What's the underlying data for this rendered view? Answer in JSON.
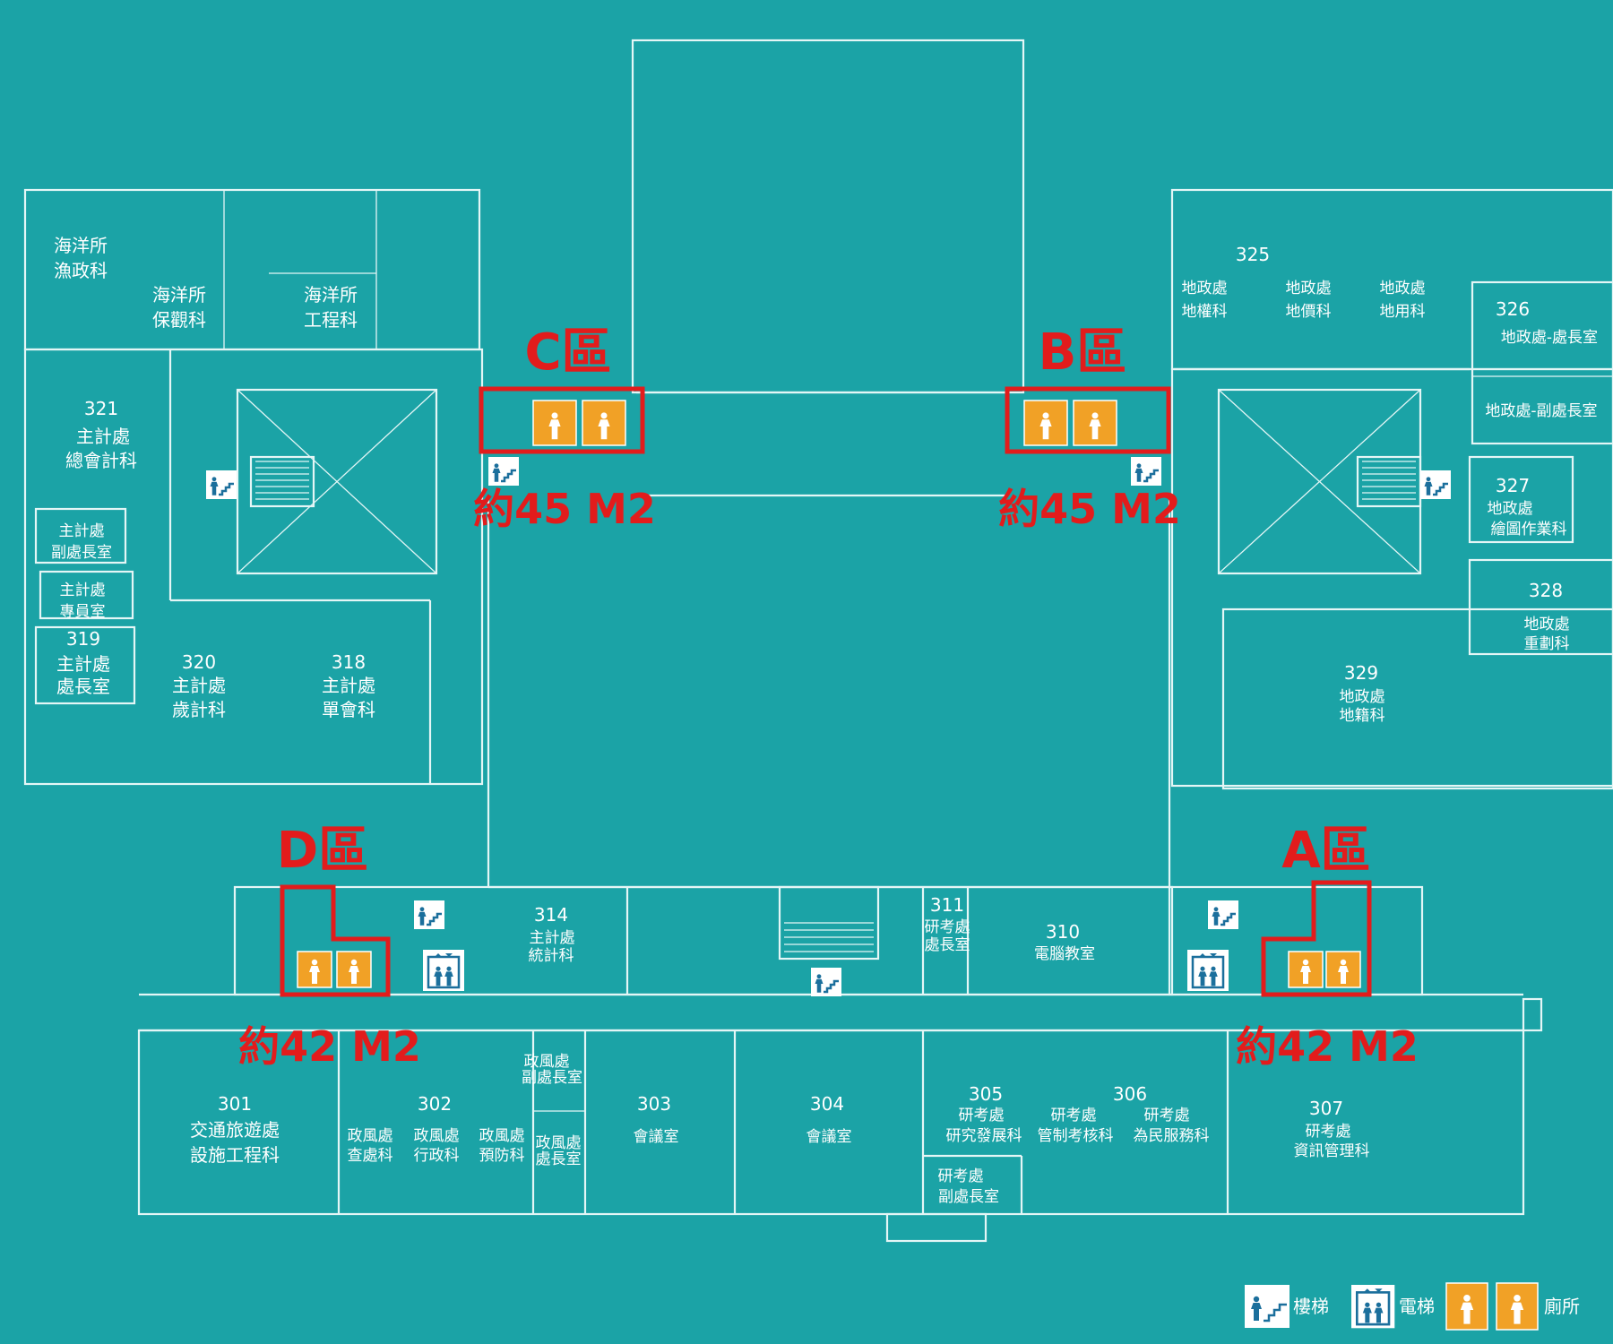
{
  "rooms": {
    "ocean_fishery": [
      "海洋所",
      "漁政科"
    ],
    "ocean_conservation": [
      "海洋所",
      "保觀科"
    ],
    "ocean_engineering": [
      "海洋所",
      "工程科"
    ],
    "r321": [
      "321",
      "主計處",
      "總會計科"
    ],
    "deputy_budget": [
      "主計處",
      "副處長室"
    ],
    "budget_specialist": [
      "主計處",
      "專員室"
    ],
    "r319": [
      "319",
      "主計處",
      "處長室"
    ],
    "r320": [
      "320",
      "主計處",
      "歲計科"
    ],
    "r318": [
      "318",
      "主計處",
      "單會科"
    ],
    "r325": "325",
    "r325_rights": [
      "地政處",
      "地權科"
    ],
    "r325_price": [
      "地政處",
      "地價科"
    ],
    "r325_use": [
      "地政處",
      "地用科"
    ],
    "r326": [
      "326",
      "地政處-處長室"
    ],
    "land_deputy": "地政處-副處長室",
    "r327": [
      "327",
      "地政處",
      "繪圖作業科"
    ],
    "r328": [
      "328",
      "地政處",
      "重劃科"
    ],
    "r329": [
      "329",
      "地政處",
      "地籍科"
    ],
    "r314": [
      "314",
      "主計處",
      "統計科"
    ],
    "r311": [
      "311",
      "研考處",
      "處長室"
    ],
    "r310": [
      "310",
      "電腦教室"
    ],
    "r301": [
      "301",
      "交通旅遊處",
      "設施工程科"
    ],
    "r302": "302",
    "r302_inspect": [
      "政風處",
      "查處科"
    ],
    "r302_admin": [
      "政風處",
      "行政科"
    ],
    "r302_prevent": [
      "政風處",
      "預防科"
    ],
    "ethics_deputy": [
      "政風處",
      "副處長室"
    ],
    "ethics_director": [
      "政風處",
      "處長室"
    ],
    "r303": [
      "303",
      "會議室"
    ],
    "r304": [
      "304",
      "會議室"
    ],
    "r305": "305",
    "r306": "306",
    "r305_dev": [
      "研考處",
      "研究發展科"
    ],
    "r305_control": [
      "研考處",
      "管制考核科"
    ],
    "r306_service": [
      "研考處",
      "為民服務科"
    ],
    "rde_deputy": [
      "研考處",
      "副處長室"
    ],
    "r307": [
      "307",
      "研考處",
      "資訊管理科"
    ]
  },
  "zones": {
    "a": {
      "label": "A區",
      "area": "約42 M2"
    },
    "b": {
      "label": "B區",
      "area": "約45 M2"
    },
    "c": {
      "label": "C區",
      "area": "約45 M2"
    },
    "d": {
      "label": "D區",
      "area": "約42 M2"
    }
  },
  "legend": {
    "stairs": "樓梯",
    "elevator": "電梯",
    "restroom": "廁所"
  },
  "colors": {
    "background": "#1ba3a6",
    "walls": "#e4f6f6",
    "zone_highlight": "#e21c1c",
    "restroom": "#f1a126",
    "icon": "#1b6f9c"
  },
  "icons": [
    "stairs-icon",
    "elevator-icon",
    "restroom-icon"
  ]
}
